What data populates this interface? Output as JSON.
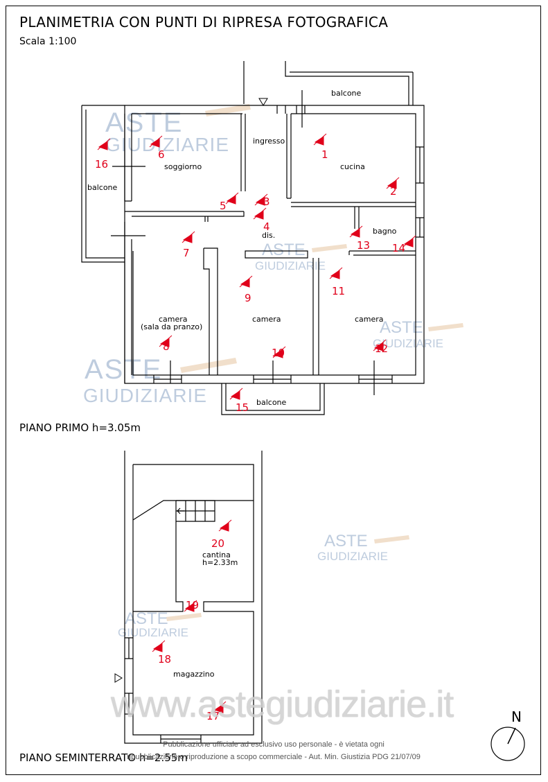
{
  "title": "PLANIMETRIA CON PUNTI DI RIPRESA FOTOGRAFICA",
  "scale": "Scala 1:100",
  "floors": {
    "first": "PIANO PRIMO h=3.05m",
    "basement": "PIANO SEMINTERRATO h=2.55m"
  },
  "rooms": {
    "balcone_top": "balcone",
    "ingresso": "ingresso",
    "cucina": "cucina",
    "soggiorno": "soggiorno",
    "balcone_left": "balcone",
    "bagno": "bagno",
    "dis": "dis.",
    "camera_left": "camera",
    "camera_left_sub": "(sala da pranzo)",
    "camera_mid": "camera",
    "camera_right": "camera",
    "balcone_bottom": "balcone",
    "cantina": "cantina",
    "cantina_h": "h=2.33m",
    "magazzino": "magazzino"
  },
  "photo_points": [
    "1",
    "2",
    "3",
    "4",
    "5",
    "6",
    "7",
    "8",
    "9",
    "10",
    "11",
    "12",
    "13",
    "14",
    "15",
    "16",
    "17",
    "18",
    "19",
    "20"
  ],
  "watermark": {
    "line1": "ASTE",
    "line2": "GIUDIZIARIE",
    "site": "www.astegiudiziarie.it",
    "notice1": "Pubblicazione ufficiale ad esclusivo uso personale - è vietata ogni",
    "notice2": "ripubblicazione o riproduzione a scopo commerciale - Aut. Min. Giustizia PDG 21/07/09"
  },
  "north": "N",
  "colors": {
    "marker": "#e0001a",
    "watermark": "#8aa3c4"
  }
}
